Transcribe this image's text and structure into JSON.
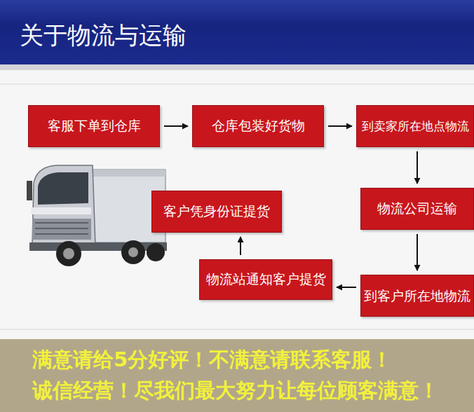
{
  "diagram": {
    "title": "关于物流与运输",
    "nodes": [
      {
        "text": [
          "客服下单到仓库"
        ]
      },
      {
        "text": [
          "仓库包装好货物"
        ]
      },
      {
        "text": [
          "到卖家所在地点物流"
        ]
      },
      {
        "text": [
          "物流公司运输"
        ]
      },
      {
        "text": [
          "到客户所在地物流"
        ]
      },
      {
        "text": [
          "物流站通知客户提货"
        ]
      },
      {
        "text": [
          "客户凭身份证提货"
        ]
      },
      {
        "text": [
          "满意请给5分好评！不满意请联系客服！",
          "诚信经营！尽我们最大努力让每位顾客满意！"
        ]
      }
    ],
    "edges": [
      {
        "from": 0,
        "to": 1,
        "arrow": "to"
      },
      {
        "from": 1,
        "to": 2,
        "arrow": "to"
      },
      {
        "from": 2,
        "to": 3,
        "arrow": "to"
      },
      {
        "from": 3,
        "to": 4,
        "arrow": "to"
      },
      {
        "from": 4,
        "to": 5,
        "arrow": "to"
      },
      {
        "from": 5,
        "to": 6,
        "arrow": "to"
      }
    ]
  }
}
